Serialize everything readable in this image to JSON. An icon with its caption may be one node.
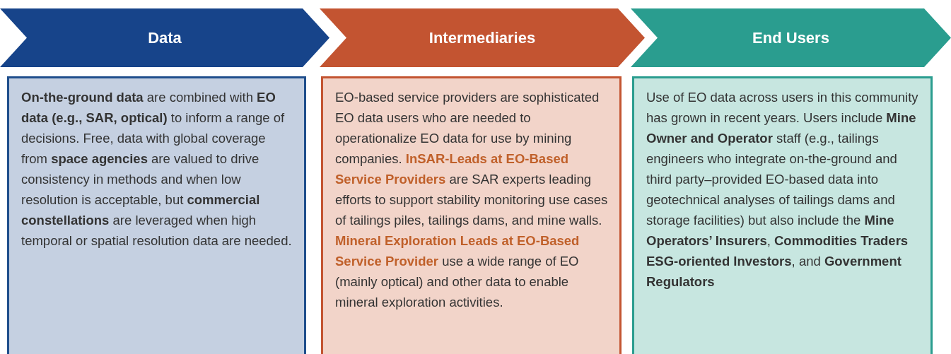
{
  "diagram": {
    "nodes": [
      {
        "text": [
          "Data"
        ]
      },
      {
        "text": [
          "Intermediaries"
        ]
      },
      {
        "text": [
          "End Users"
        ]
      },
      {
        "text": [
          "**On-the-ground data** are combined with **EO data (e.g., SAR, optical)** to inform a range of decisions. Free, data with global coverage from **space agencies** are valued to drive consistency in methods and when low resolution is acceptable, but **commercial constellations** are leveraged when high temporal or spatial resolution data are needed."
        ]
      },
      {
        "text": [
          "EO-based service providers are sophisticated EO data users who are needed to operationalize EO data for use by mining companies. **InSAR-Leads at EO-Based Service Providers** are SAR experts leading efforts to support stability monitoring use cases of tailings piles, tailings dams, and mine walls. **Mineral Exploration Leads at EO-Based Service Provider** use a wide range of EO (mainly optical) and other data to enable mineral exploration activities."
        ]
      },
      {
        "text": [
          "Use of EO data across users in this community has grown in recent years. Users include **Mine Owner and Operator** staff (e.g., tailings engineers who integrate on-the-ground and third party–provided EO-based data into geotechnical analyses of tailings dams and storage facilities) but also include the **Mine Operators’ Insurers**, **Commodities Traders ESG-oriented Investors**, and **Government Regulators**"
        ]
      }
    ],
    "edges": []
  }
}
